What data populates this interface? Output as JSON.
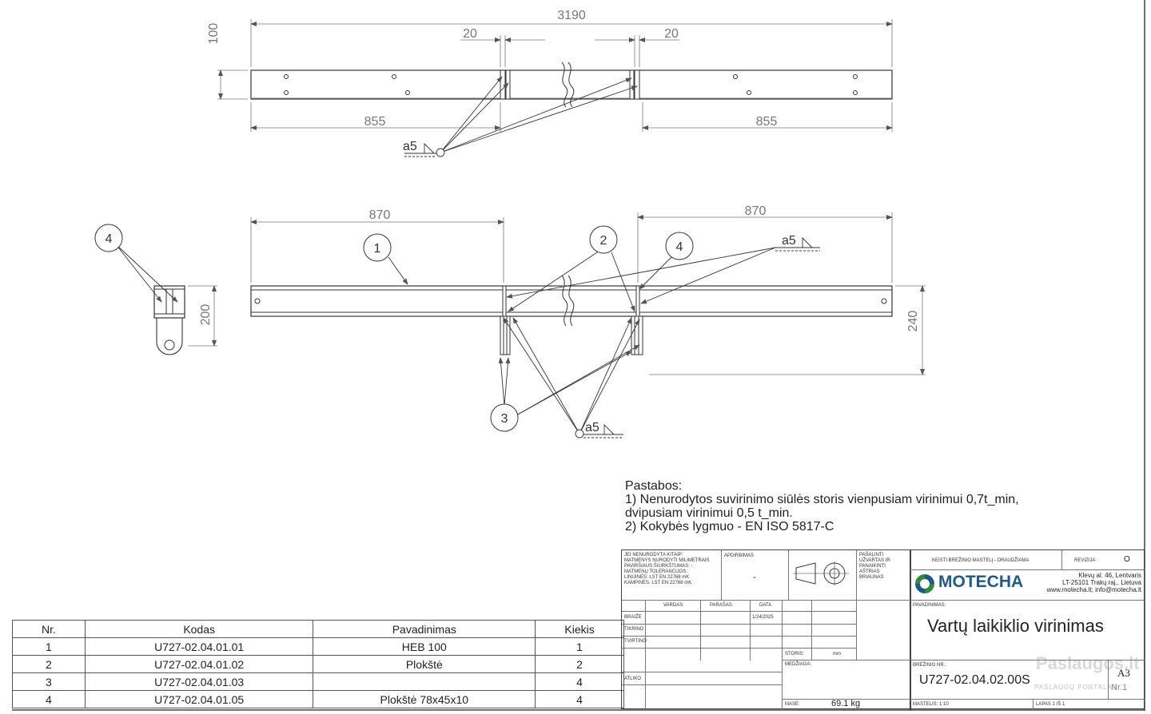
{
  "dimensions": {
    "top_overall": "3190",
    "top_gap_left": "20",
    "top_gap_right": "20",
    "top_height": "100",
    "top_left_len": "855",
    "top_right_len": "855",
    "front_left_len": "870",
    "front_right_len": "870",
    "side_height": "200",
    "front_height": "240"
  },
  "welds": {
    "top": "a5",
    "right": "a5",
    "bottom": "a5"
  },
  "balloons": {
    "b1": "1",
    "b2": "2",
    "b3": "3",
    "b4a": "4",
    "b4b": "4"
  },
  "notes": {
    "title": "Pastabos:",
    "line1": "1) Nenurodytos suvirinimo siūlės storis vienpusiam virinimui 0,7t_min,",
    "line2": "dvipusiam virinimui 0,5 t_min.",
    "line3": "2) Kokybės lygmuo - EN ISO 5817-C"
  },
  "bom": {
    "headers": [
      "Nr.",
      "Kodas",
      "Pavadinimas",
      "Kiekis"
    ],
    "rows": [
      [
        "1",
        "U727-02.04.01.01",
        "HEB 100",
        "1"
      ],
      [
        "2",
        "U727-02.04.01.02",
        "Plokštė",
        "2"
      ],
      [
        "3",
        "U727-02.04.01.03",
        "",
        "4"
      ],
      [
        "4",
        "U727-02.04.01.05",
        "Plokštė 78x45x10",
        "4"
      ]
    ]
  },
  "title_block": {
    "general_note": [
      "JEI NENURODYTA KITAIP:",
      "MATMENYS NURODYTI MILIMETRAIS",
      "PAVIRŠIAUS ŠIURKŠTUMAS: -",
      "MATMENŲ TOLERANCIJOS:",
      "   LINIJINĖS: LST EN 22768 mK",
      "   KAMPINĖS: LST EN 22768 mK"
    ],
    "apdirbimas_label": "APDIRBIMAS",
    "apdirbimas_value": "-",
    "deburr": [
      "PAŠALINTI",
      "UŽVARTAS IR",
      "PANAIKINTI",
      "AŠTRIAS",
      "BRIAUNAS"
    ],
    "scale_note": "KEISTI BRĖŽINIO MASTELĮ - DRAUDŽIAMA",
    "revizija_label": "REVIZIJA",
    "revizija_value": "O",
    "company": "MOTECHA",
    "address1": "Klevų al. 46, Lentvaris",
    "address2": "LT-25101 Trakų raj., Lietuva",
    "address3": "www.motecha.lt; info@motecha.lt",
    "col_vardas": "VARDAS",
    "col_parasas": "PARAŠAS",
    "col_data": "DATA",
    "row_braize": "BRAIŽĖ",
    "row_tikrino": "TIKRINO",
    "row_tvirtino": "TVIRTINO",
    "row_atliko": "ATLIKO",
    "date_value": "1/24/2025",
    "storis_label": "STORIS:",
    "storis_unit": "mm",
    "medziaga_label": "MEDŽIAGA:",
    "mase_label": "MASĖ:",
    "mase_value": "69.1 kg",
    "pavadinimas_label": "PAVADINIMAS:",
    "pavadinimas_value": "Vartų laikiklio virinimas",
    "brezinio_label": "BRĖŽINIO NR.:",
    "brezinio_value": "U727-02.04.02.00S",
    "size": "A3",
    "sheet_nr": "Nr.1",
    "mastelis": "MASTELIS:  1:10",
    "lapas": "LAPAS 1 IŠ 1"
  },
  "watermark": {
    "line1": "Paslaugos.lt",
    "line2": "PASLAUGŲ PORTALAS"
  },
  "colors": {
    "line": "#333333",
    "dim": "#777777",
    "logo_green": "#2e8b3a",
    "logo_blue": "#1d5a8c"
  }
}
